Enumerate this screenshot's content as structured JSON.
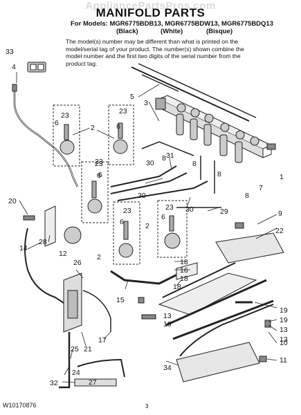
{
  "header": {
    "watermark": "AppliancePartsPros.com",
    "title": "MANIFOLD PARTS",
    "models": "For Models: MGR6775BDB13, MGR6775BDW13, MGR6775BDQ13",
    "finish_black": "(Black)",
    "finish_white": "(White)",
    "finish_bisque": "(Bisque)",
    "note": "The model(s) number may be different than what is printed on the model/serial tag of your product. The number(s) shown combine the model number and the first two digits of the serial number from the product tag."
  },
  "callouts": [
    "33",
    "4",
    "5",
    "3",
    "23",
    "6",
    "2",
    "23",
    "6",
    "23",
    "6",
    "31",
    "8",
    "8",
    "8",
    "1",
    "7",
    "8",
    "23",
    "6",
    "30",
    "30",
    "30",
    "29",
    "20",
    "28",
    "12",
    "14",
    "23",
    "6",
    "23",
    "6",
    "2",
    "2",
    "9",
    "22",
    "26",
    "18",
    "16",
    "18",
    "15",
    "18",
    "19",
    "13",
    "19",
    "19",
    "13",
    "13",
    "10",
    "17",
    "21",
    "25",
    "24",
    "32",
    "27",
    "34",
    "11"
  ],
  "footer": {
    "doc_number": "W10170876",
    "page_number": "3"
  }
}
